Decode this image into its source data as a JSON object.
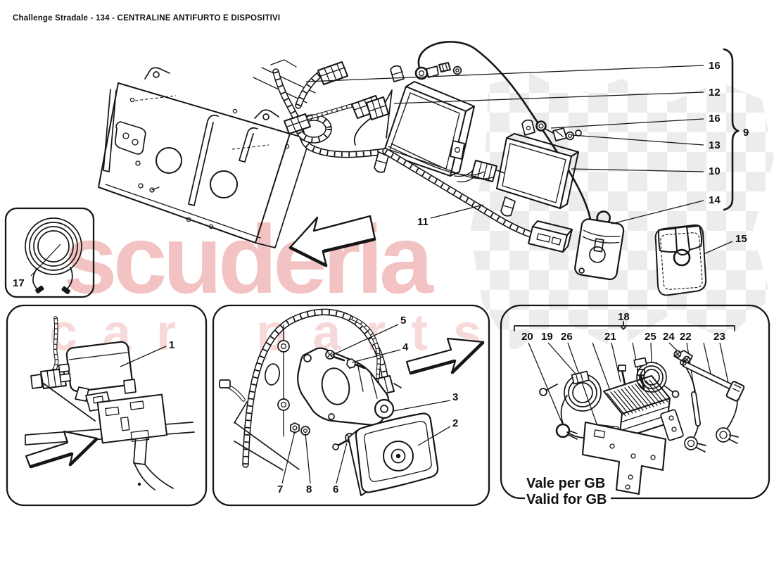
{
  "page": {
    "title": "Challenge Stradale - 134 - CENTRALINE ANTIFURTO E DISPOSITIVI",
    "ink_color": "#161616"
  },
  "watermark": {
    "word_primary": "scuderia",
    "word_secondary": "car parts",
    "color_primary": "#f3c3c3",
    "color_secondary": "#f7d9d9",
    "checker_color": "#ececec"
  },
  "callouts": {
    "c16a": "16",
    "c12": "12",
    "c16b": "16",
    "c13": "13",
    "c10": "10",
    "c9": "9",
    "c14": "14",
    "c15": "15",
    "c11": "11",
    "c17": "17",
    "c1": "1",
    "c5": "5",
    "c4": "4",
    "c3": "3",
    "c2": "2",
    "c7": "7",
    "c8": "8",
    "c6": "6",
    "c18": "18",
    "c20": "20",
    "c19": "19",
    "c26": "26",
    "c21": "21",
    "c25": "25",
    "c24": "24",
    "c22": "22",
    "c23": "23"
  },
  "gb_note": {
    "line1": "Vale per GB",
    "line2": "Valid for GB"
  }
}
